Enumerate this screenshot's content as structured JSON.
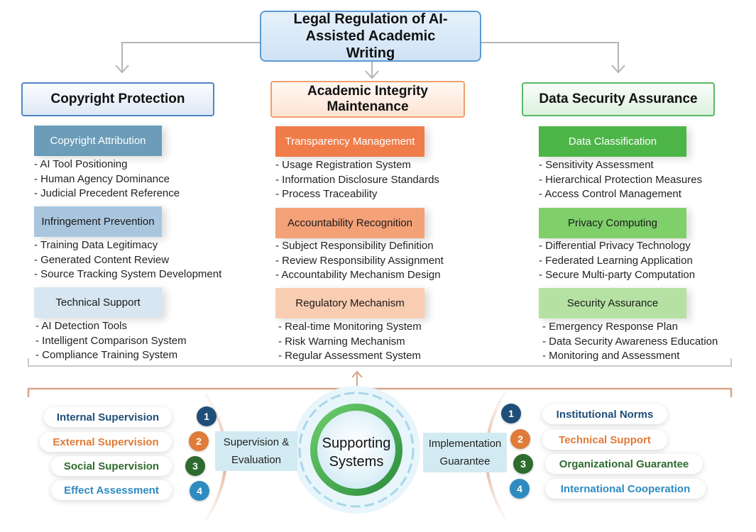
{
  "title": "Legal Regulation of AI-Assisted Academic Writing",
  "columns": [
    {
      "heading": "Copyright Protection",
      "sections": [
        {
          "label": "Copyright Attribution",
          "items": [
            "- AI Tool Positioning",
            "- Human Agency Dominance",
            "- Judicial Precedent Reference"
          ]
        },
        {
          "label": "Infringement Prevention",
          "items": [
            "- Training Data Legitimacy",
            "- Generated Content Review",
            "- Source Tracking System Development"
          ]
        },
        {
          "label": "Technical Support",
          "items": [
            "- AI Detection Tools",
            "- Intelligent Comparison System",
            "- Compliance Training System"
          ]
        }
      ]
    },
    {
      "heading": "Academic Integrity Maintenance",
      "sections": [
        {
          "label": "Transparency Management",
          "items": [
            "- Usage Registration System",
            "- Information Disclosure Standards",
            "- Process Traceability"
          ]
        },
        {
          "label": "Accountability Recognition",
          "items": [
            "- Subject Responsibility Definition",
            "- Review Responsibility Assignment",
            "- Accountability Mechanism Design"
          ]
        },
        {
          "label": "Regulatory Mechanism",
          "items": [
            "- Real-time Monitoring System",
            "- Risk Warning Mechanism",
            "- Regular Assessment System"
          ]
        }
      ]
    },
    {
      "heading": "Data Security Assurance",
      "sections": [
        {
          "label": "Data Classification",
          "items": [
            "- Sensitivity Assessment",
            "- Hierarchical Protection Measures",
            "- Access Control Management"
          ]
        },
        {
          "label": "Privacy Computing",
          "items": [
            "- Differential Privacy Technology",
            "- Federated Learning Application",
            "- Secure Multi-party Computation"
          ]
        },
        {
          "label": "Security Assurance",
          "items": [
            "- Emergency Response Plan",
            "- Data Security Awareness Education",
            "- Monitoring and Assessment"
          ]
        }
      ]
    }
  ],
  "hub": {
    "label": "Supporting Systems"
  },
  "left_group": {
    "label": "Supervision & Evaluation",
    "items": [
      {
        "num": "1",
        "label": "Internal Supervision",
        "color": "#1f4e79"
      },
      {
        "num": "2",
        "label": "External Supervision",
        "color": "#e07b39"
      },
      {
        "num": "3",
        "label": "Social Supervision",
        "color": "#2e6b2e"
      },
      {
        "num": "4",
        "label": "Effect Assessment",
        "color": "#2e8bc0"
      }
    ]
  },
  "right_group": {
    "label": "Implementation Guarantee",
    "items": [
      {
        "num": "1",
        "label": "Institutional Norms",
        "color": "#1f4e79"
      },
      {
        "num": "2",
        "label": "Technical Support",
        "color": "#e07b39"
      },
      {
        "num": "3",
        "label": "Organizational Guarantee",
        "color": "#2e6b2e"
      },
      {
        "num": "4",
        "label": "International Cooperation",
        "color": "#2e8bc0"
      }
    ]
  },
  "colors": {
    "blue_sections": [
      "#6b9cb8",
      "#a9c6de",
      "#d7e6f0"
    ],
    "orange_sections": [
      "#f07c4a",
      "#f4a178",
      "#f9cdb2"
    ],
    "green_sections": [
      "#4db548",
      "#7fcf6a",
      "#b5e2a2"
    ],
    "connector": "#b4b4b4",
    "bracket": "#d8a58a"
  }
}
